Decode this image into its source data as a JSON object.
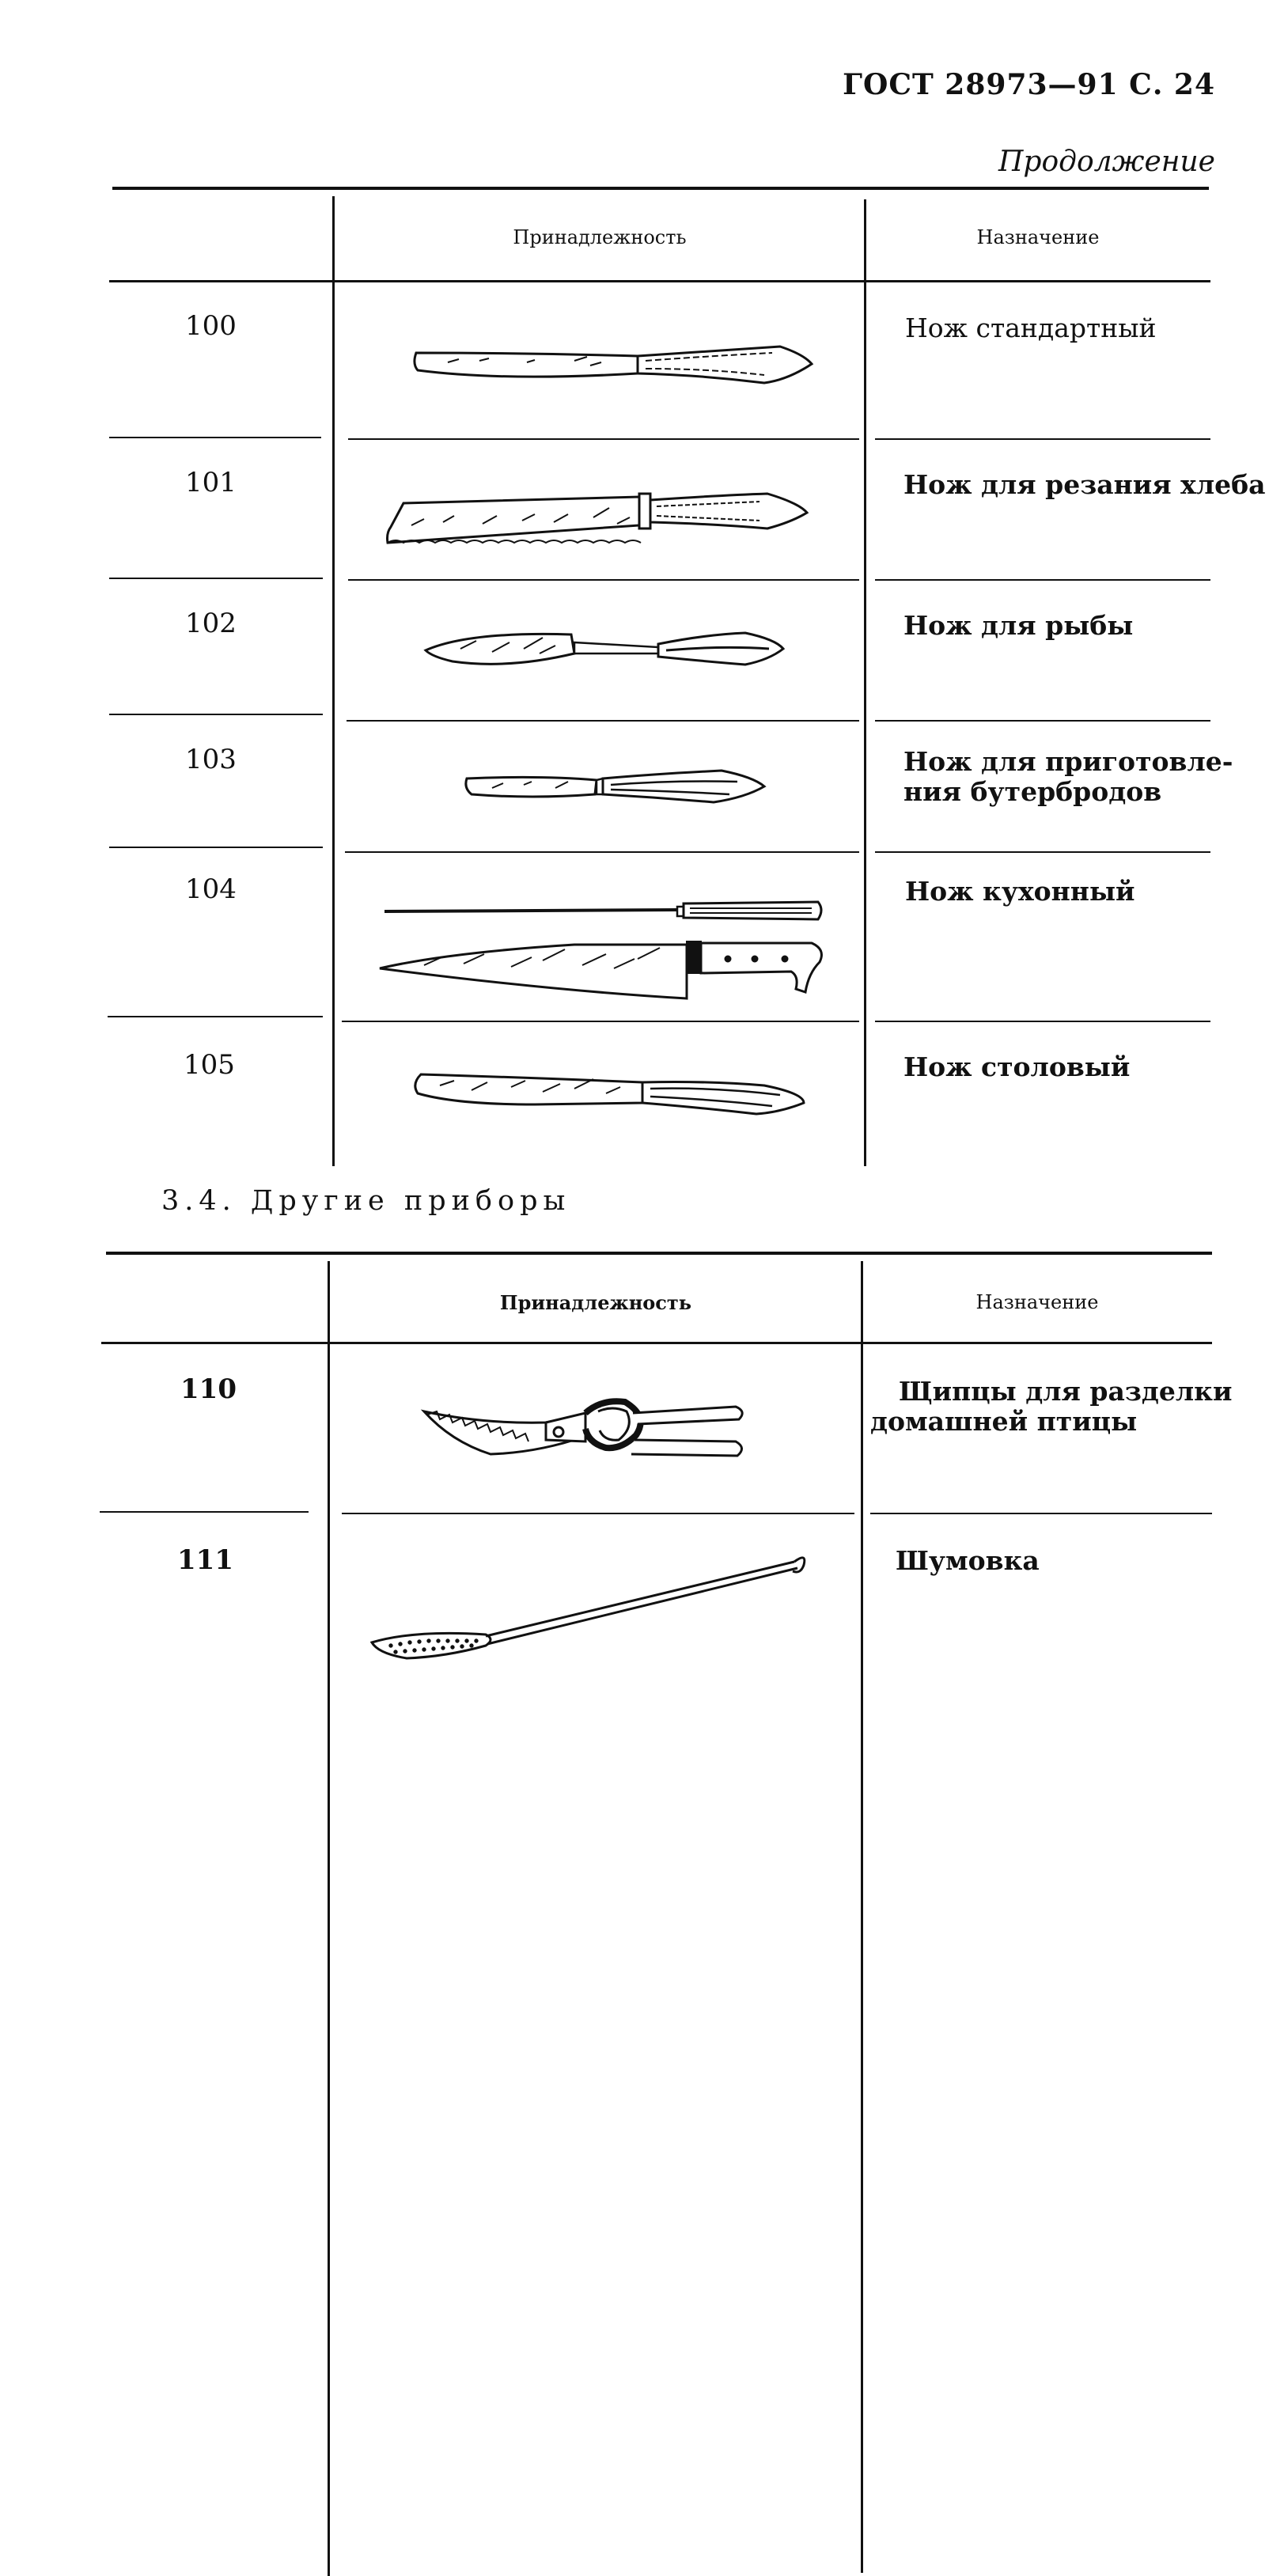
{
  "header": {
    "page_ref": "ГОСТ 28973—91  С. 24",
    "continuation": "Продолжение"
  },
  "columns": {
    "accessory": "Принадлежность",
    "purpose": "Назначение"
  },
  "table1": {
    "rows": [
      {
        "number": "100",
        "purpose_lines": [
          "Нож стандартный"
        ],
        "icon": "standard-knife-icon"
      },
      {
        "number": "101",
        "purpose_lines": [
          "Нож для резания хлеба"
        ],
        "icon": "bread-knife-icon"
      },
      {
        "number": "102",
        "purpose_lines": [
          "Нож для рыбы"
        ],
        "icon": "fish-knife-icon"
      },
      {
        "number": "103",
        "purpose_lines": [
          "Нож для приготовле-",
          "ния бутербродов"
        ],
        "icon": "sandwich-knife-icon"
      },
      {
        "number": "104",
        "purpose_lines": [
          "Нож кухонный"
        ],
        "icon": "kitchen-knife-icon"
      },
      {
        "number": "105",
        "purpose_lines": [
          "Нож столовый"
        ],
        "icon": "table-knife-icon"
      }
    ]
  },
  "section": {
    "title": "3.4. Другие приборы"
  },
  "table2": {
    "rows": [
      {
        "number": "110",
        "purpose_lines": [
          "Щипцы для разделки",
          "домашней птицы"
        ],
        "icon": "poultry-shears-icon"
      },
      {
        "number": "111",
        "purpose_lines": [
          "Шумовка"
        ],
        "icon": "skimmer-icon"
      }
    ]
  }
}
